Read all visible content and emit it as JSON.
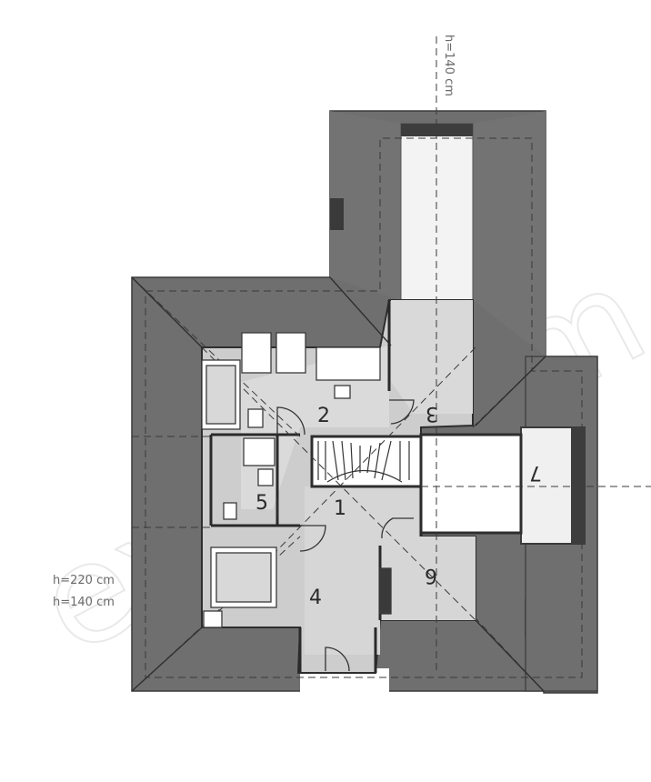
{
  "watermark": "extradom",
  "height_labels": {
    "left_top": "h=220 cm",
    "left_bottom": "h=140 cm",
    "top_rotated": "h=140 cm"
  },
  "rooms": {
    "r1": "1",
    "r2": "2",
    "r3": "3",
    "r4": "4",
    "r5": "5",
    "r6": "6",
    "r7": "7"
  },
  "colors": {
    "roof": "#6d6d6d",
    "roof_dark": "#4a4a4a",
    "floor": "#cfcfcf",
    "wall": "#2e2e2e",
    "white": "#ffffff"
  }
}
